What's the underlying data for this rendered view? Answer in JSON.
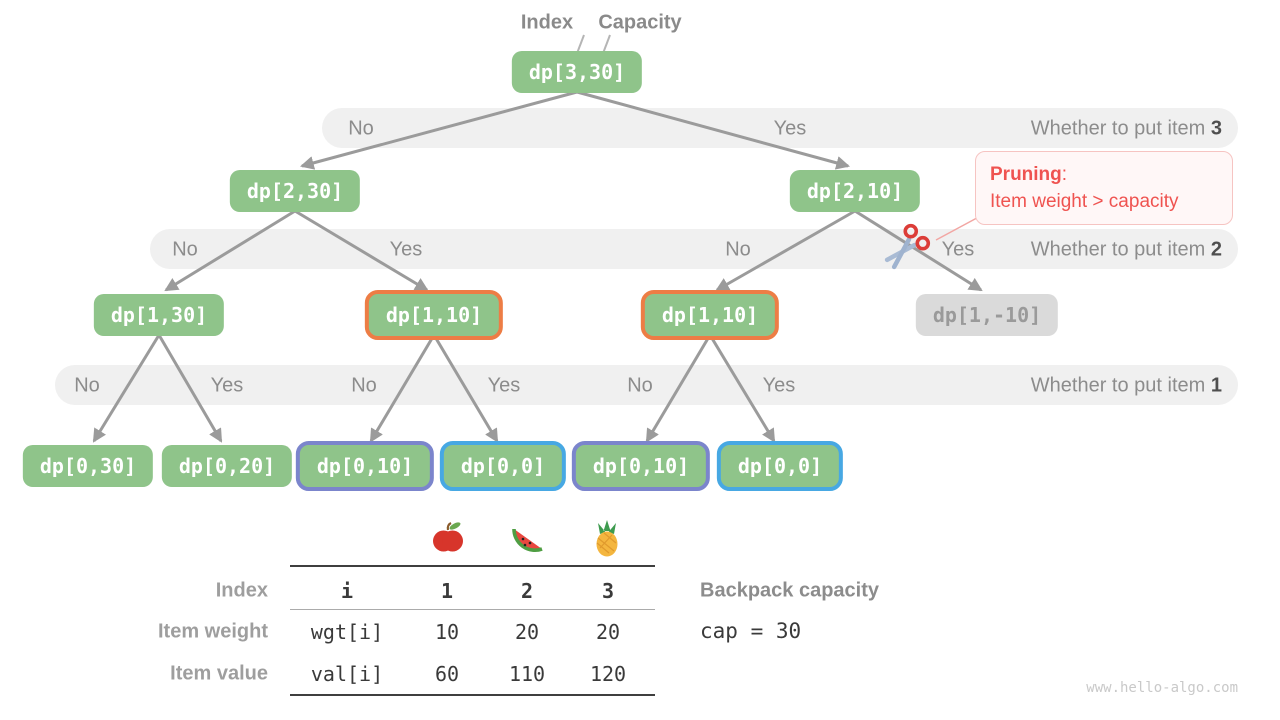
{
  "header": {
    "index_label": "Index",
    "capacity_label": "Capacity"
  },
  "tree": {
    "nodes": [
      {
        "label": "dp[3,30]",
        "style": "green"
      },
      {
        "label": "dp[2,30]",
        "style": "green"
      },
      {
        "label": "dp[2,10]",
        "style": "green"
      },
      {
        "label": "dp[1,30]",
        "style": "green"
      },
      {
        "label": "dp[1,10]",
        "style": "green orange-border"
      },
      {
        "label": "dp[1,10]",
        "style": "green orange-border"
      },
      {
        "label": "dp[1,-10]",
        "style": "gray"
      },
      {
        "label": "dp[0,30]",
        "style": "green"
      },
      {
        "label": "dp[0,20]",
        "style": "green"
      },
      {
        "label": "dp[0,10]",
        "style": "green purple-border"
      },
      {
        "label": "dp[0,0]",
        "style": "green blue-border"
      },
      {
        "label": "dp[0,10]",
        "style": "green purple-border"
      },
      {
        "label": "dp[0,0]",
        "style": "green blue-border"
      }
    ]
  },
  "bands": [
    {
      "question_prefix": "Whether to put item",
      "item_number": "3",
      "labels": [
        "No",
        "Yes"
      ]
    },
    {
      "question_prefix": "Whether to put item",
      "item_number": "2",
      "labels": [
        "No",
        "Yes",
        "No",
        "Yes"
      ]
    },
    {
      "question_prefix": "Whether to put item",
      "item_number": "1",
      "labels": [
        "No",
        "Yes",
        "No",
        "Yes",
        "No",
        "Yes"
      ]
    }
  ],
  "pruning": {
    "title": "Pruning",
    "colon": ":",
    "body": "Item weight > capacity"
  },
  "item_table": {
    "row_labels": [
      "Index",
      "Item weight",
      "Item value"
    ],
    "header_row": [
      "i",
      "1",
      "2",
      "3"
    ],
    "weight_row": [
      "wgt[i]",
      "10",
      "20",
      "20"
    ],
    "value_row": [
      "val[i]",
      "60",
      "110",
      "120"
    ],
    "fruit_icons": [
      "apple-icon",
      "watermelon-icon",
      "pineapple-icon"
    ]
  },
  "capacity_info": {
    "label": "Backpack capacity",
    "code": "cap = 30"
  },
  "watermark": "www.hello-algo.com",
  "colors": {
    "node_green": "#8FC48A",
    "node_gray_bg": "#DADADA",
    "highlight_orange": "#ED7D45",
    "highlight_purple": "#7B85CC",
    "highlight_blue": "#47A8E3",
    "band_bg": "#F0F0F0",
    "arrow_gray": "#9B9B9B",
    "pruning_red": "#EF5350"
  }
}
